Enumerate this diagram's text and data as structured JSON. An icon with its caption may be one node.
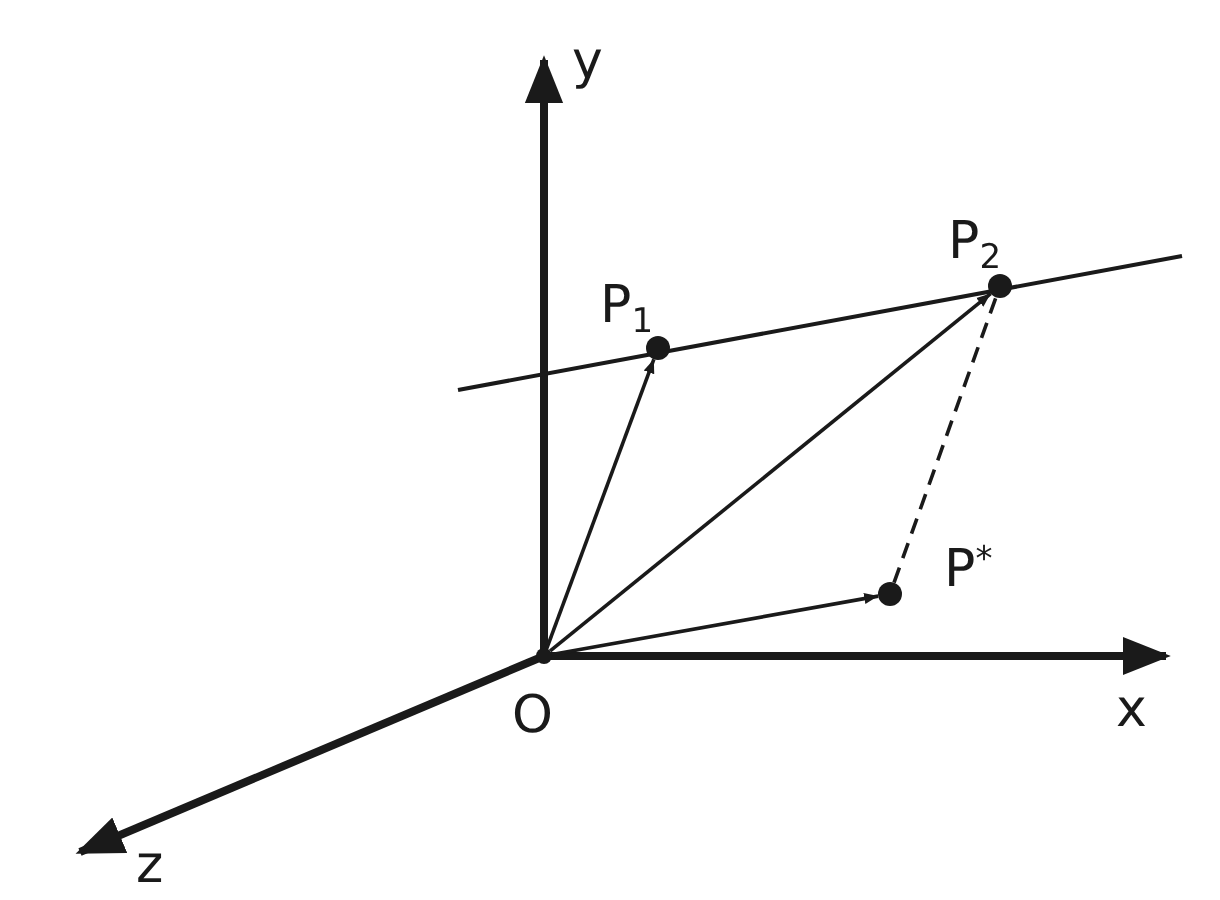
{
  "diagram": {
    "nodes": [
      {
        "text": [],
        "shape": "point",
        "beside": [
          "O"
        ]
      },
      {
        "text": [],
        "shape": "circle",
        "beside": [
          "P$_{1}$"
        ]
      },
      {
        "text": [],
        "shape": "circle",
        "beside": [
          "P$_{2}$"
        ]
      },
      {
        "text": [],
        "shape": "circle",
        "beside": [
          "P$^{*}$"
        ]
      }
    ],
    "edges": [
      {
        "from": 0,
        "to": 1,
        "arrow": "to"
      },
      {
        "from": 0,
        "to": 2,
        "arrow": "to"
      },
      {
        "from": 0,
        "to": 3,
        "arrow": "to"
      },
      {
        "from": 3,
        "to": 2,
        "arrow": "none",
        "style": "dashed"
      }
    ],
    "labels": [
      "y",
      "x",
      "z"
    ]
  }
}
